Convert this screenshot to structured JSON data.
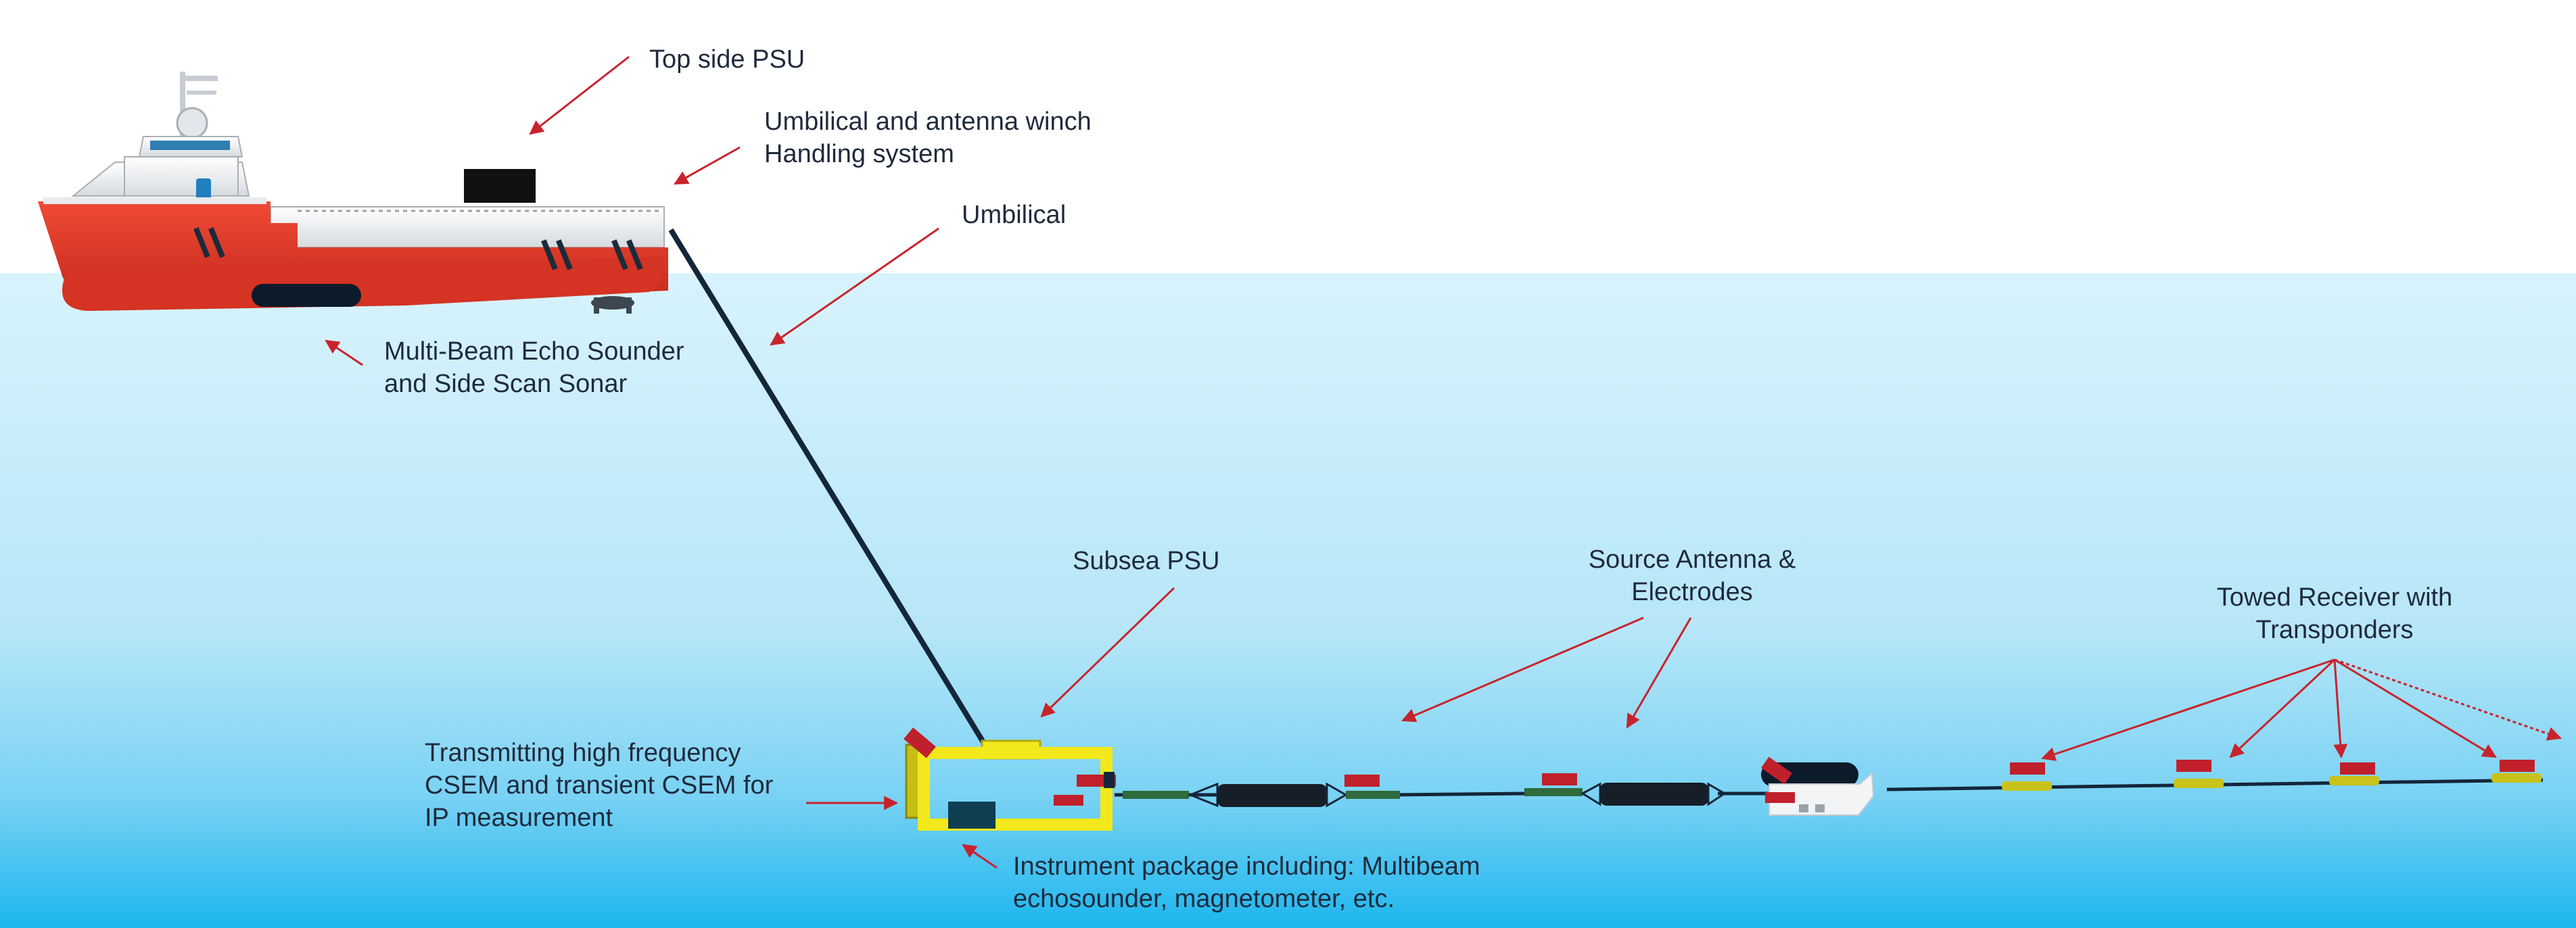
{
  "labels": {
    "top_side_psu": "Top side PSU",
    "winch": [
      "Umbilical and antenna winch",
      "Handling system"
    ],
    "umbilical": "Umbilical",
    "echo_sounder": [
      "Multi-Beam Echo Sounder",
      "and Side Scan Sonar"
    ],
    "subsea_psu": "Subsea PSU",
    "source_antenna": [
      "Source Antenna &",
      "Electrodes"
    ],
    "towed_receiver": [
      "Towed Receiver with",
      "Transponders"
    ],
    "transmitting": [
      "Transmitting high frequency",
      "CSEM and transient CSEM for",
      "IP measurement"
    ],
    "instrument_package": [
      "Instrument package including: Multibeam",
      "echosounder, magnetometer, etc."
    ]
  },
  "colors": {
    "sky": "#ffffff",
    "water_top": "#d7f2fb",
    "water_bottom": "#1cb6ee",
    "hull": "#e0382b",
    "hull_dark": "#b9261b",
    "arrow": "#c8232c",
    "cable": "#14263a",
    "sled": "#f2e81c",
    "electrode": "#2f6b3c",
    "receiver": "#c8c21a",
    "transponder": "#c0202c"
  },
  "icons": {
    "vessel": "vessel-icon",
    "sled": "subsea-sled-icon",
    "receiver_node": "transponder-icon"
  }
}
